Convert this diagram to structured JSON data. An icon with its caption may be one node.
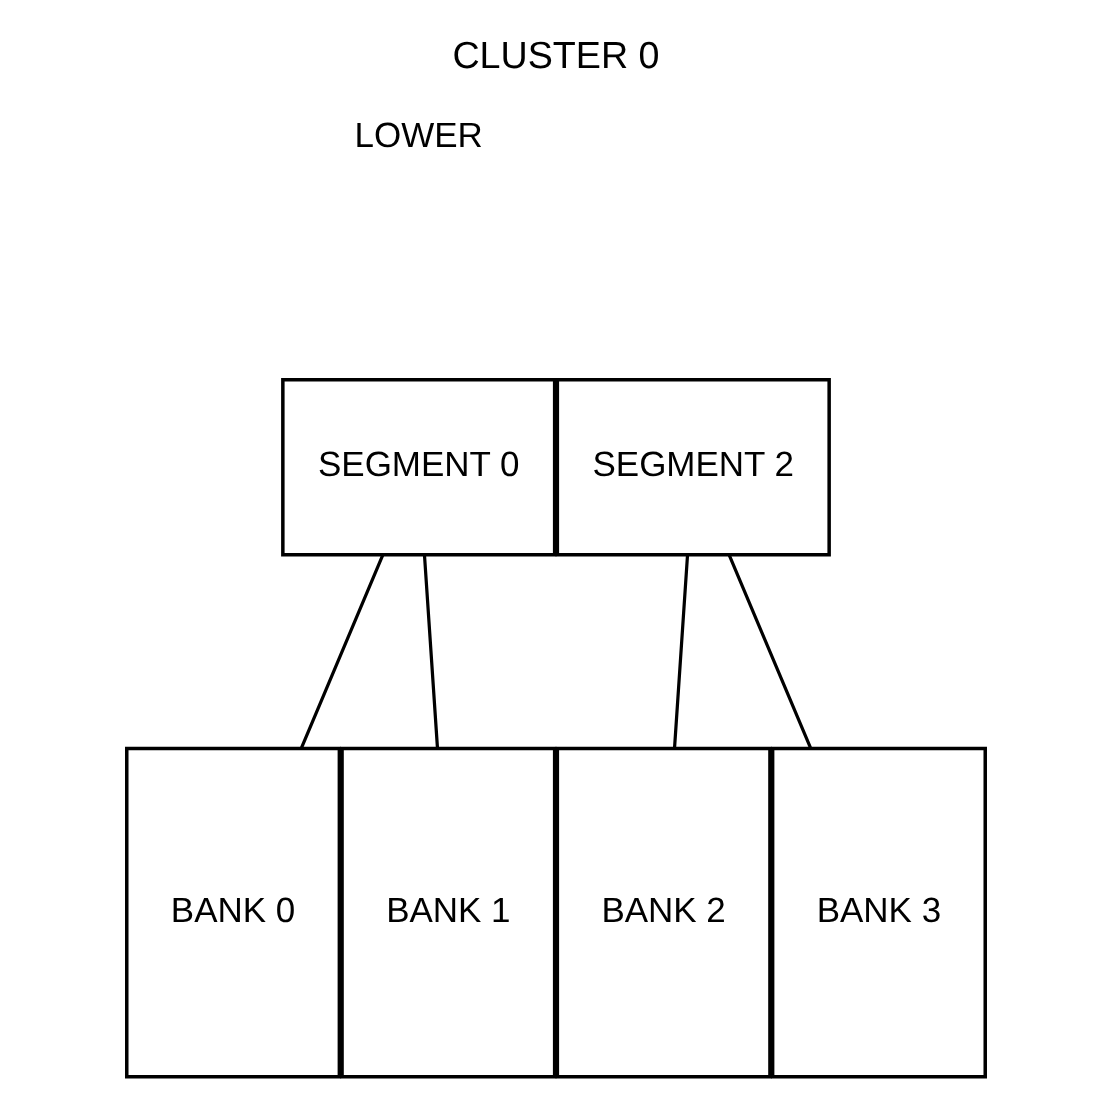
{
  "diagram": {
    "title": "CLUSTER 0",
    "nodes": [
      {
        "text": [
          "SEGMENT 0"
        ]
      },
      {
        "text": [
          "SEGMENT 2"
        ]
      },
      {
        "text": [
          "BANK 0"
        ]
      },
      {
        "text": [
          "BANK 1"
        ]
      },
      {
        "text": [
          "BANK 2"
        ]
      },
      {
        "text": [
          "BANK 3"
        ]
      }
    ],
    "edges": [
      {
        "from": 0,
        "to": 2,
        "arrow": "none"
      },
      {
        "from": 0,
        "to": 3,
        "arrow": "none"
      },
      {
        "from": 1,
        "to": 4,
        "arrow": "none"
      },
      {
        "from": 1,
        "to": 5,
        "arrow": "none"
      }
    ],
    "labels": [
      "LOWER"
    ]
  }
}
